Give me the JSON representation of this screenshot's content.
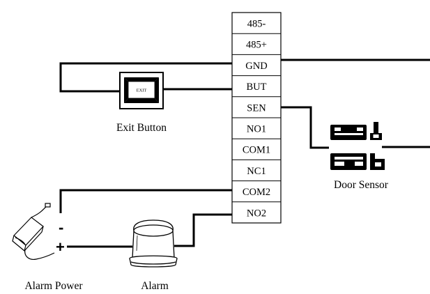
{
  "terminal_block": {
    "rows": [
      "485-",
      "485+",
      "GND",
      "BUT",
      "SEN",
      "NO1",
      "COM1",
      "NC1",
      "COM2",
      "NO2"
    ]
  },
  "devices": {
    "exit_button": {
      "caption": "Exit Button",
      "face_label": "EXIT"
    },
    "door_sensor": {
      "caption": "Door Sensor"
    },
    "alarm_power": {
      "caption": "Alarm  Power",
      "negative_sign": "-",
      "positive_sign": "+"
    },
    "alarm": {
      "caption": "Alarm"
    }
  }
}
